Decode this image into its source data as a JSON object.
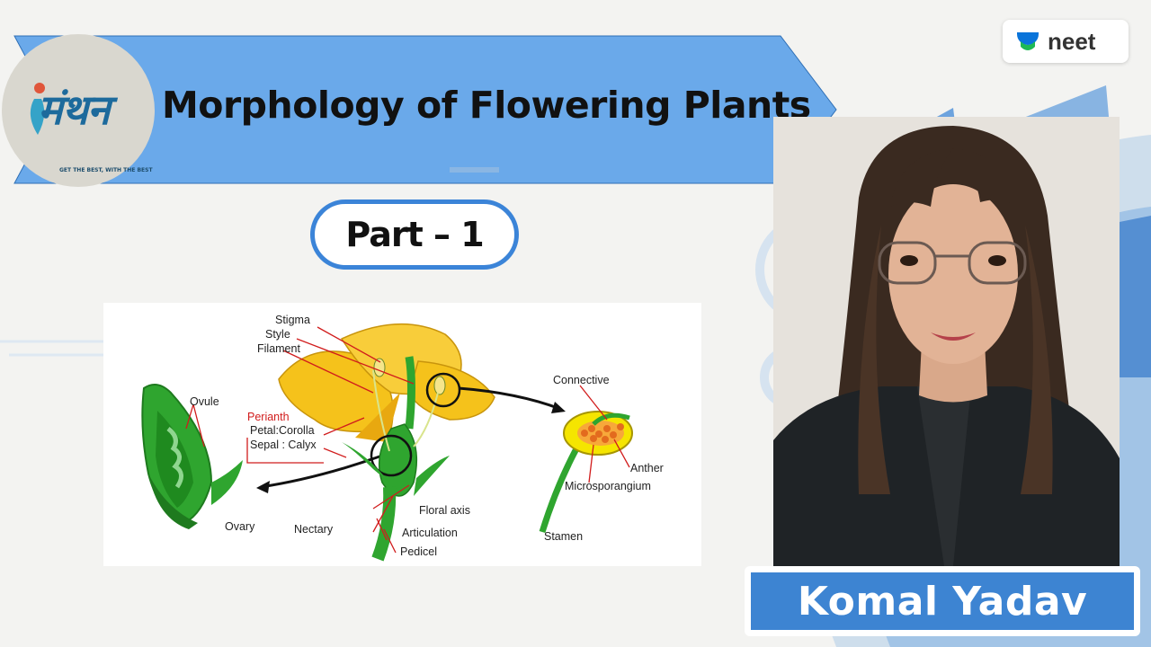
{
  "brand": {
    "logo_text": "मंथन",
    "logo_tagline": "GET THE BEST, WITH THE BEST",
    "platform": "neet"
  },
  "slide": {
    "title": "Morphology of Flowering Plants",
    "part": "Part – 1"
  },
  "diagram": {
    "labels": {
      "stigma": "Stigma",
      "style": "Style",
      "filament": "Filament",
      "ovule": "Ovule",
      "perianth": "Perianth",
      "petal": "Petal:Corolla",
      "sepal": "Sepal : Calyx",
      "ovary": "Ovary",
      "nectary": "Nectary",
      "floral_axis": "Floral axis",
      "articulation": "Articulation",
      "pedicel": "Pedicel",
      "connective": "Connective",
      "anther": "Anther",
      "microsporangium": "Microsporangium",
      "stamen": "Stamen"
    }
  },
  "presenter": {
    "name": "Komal Yadav"
  },
  "colors": {
    "ribbon": "#6aa9ea",
    "accent": "#3b84d8",
    "petal": "#f5c21b",
    "plant_green": "#2fa52f",
    "label_red": "#d11c1c"
  }
}
